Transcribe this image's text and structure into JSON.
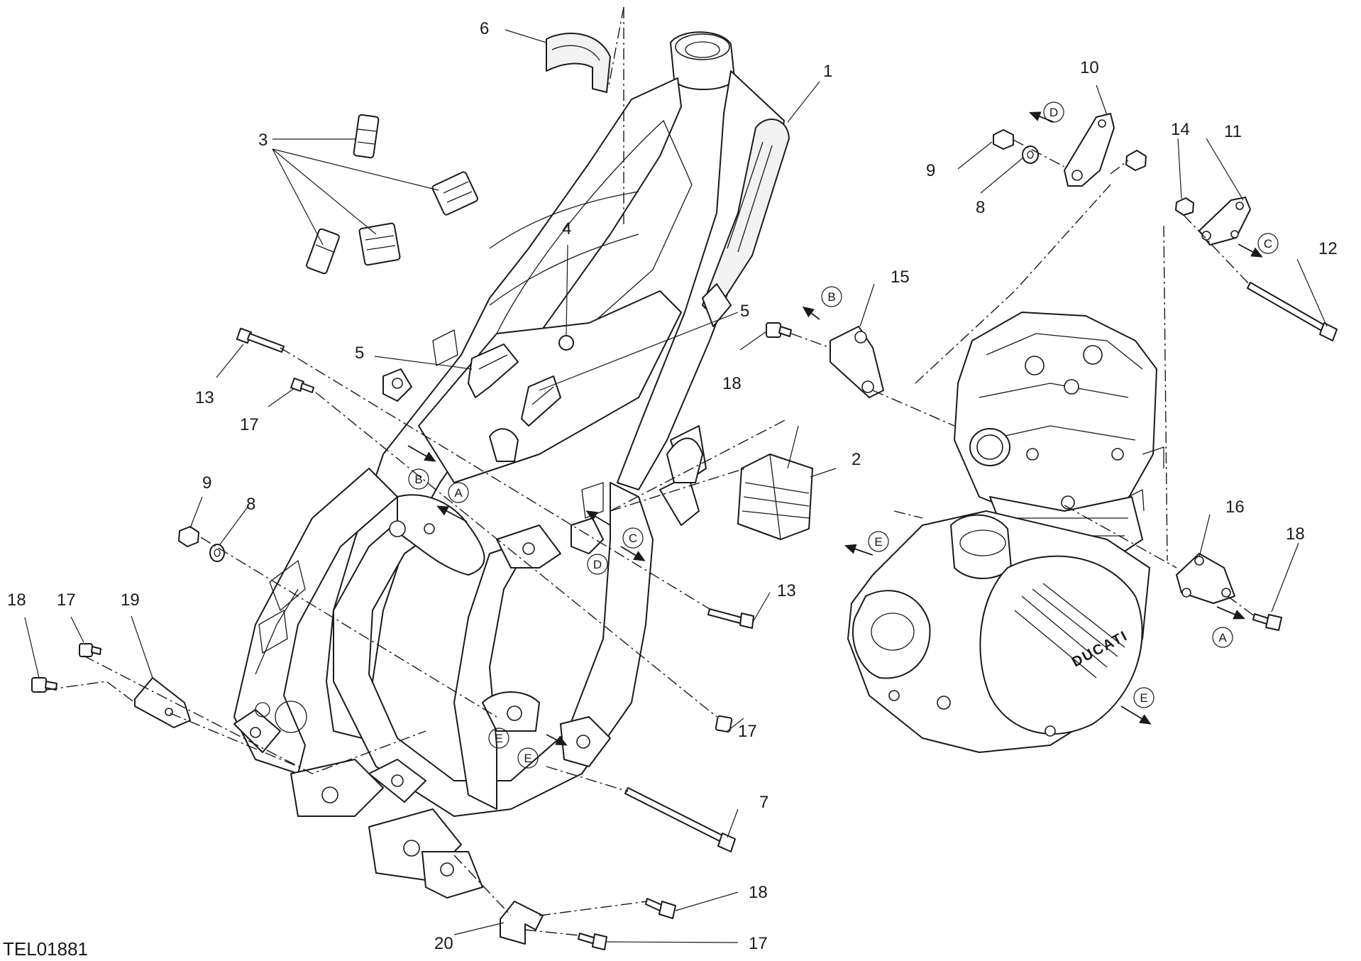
{
  "drawing_code": "TEL01881",
  "callouts": [
    {
      "id": "c1",
      "text": "1"
    },
    {
      "id": "c2",
      "text": "2"
    },
    {
      "id": "c3",
      "text": "3"
    },
    {
      "id": "c4",
      "text": "4"
    },
    {
      "id": "c5a",
      "text": "5"
    },
    {
      "id": "c5b",
      "text": "5"
    },
    {
      "id": "c6",
      "text": "6"
    },
    {
      "id": "c7",
      "text": "7"
    },
    {
      "id": "c8a",
      "text": "8"
    },
    {
      "id": "c8b",
      "text": "8"
    },
    {
      "id": "c9a",
      "text": "9"
    },
    {
      "id": "c9b",
      "text": "9"
    },
    {
      "id": "c10",
      "text": "10"
    },
    {
      "id": "c11",
      "text": "11"
    },
    {
      "id": "c12",
      "text": "12"
    },
    {
      "id": "c13a",
      "text": "13"
    },
    {
      "id": "c13b",
      "text": "13"
    },
    {
      "id": "c14",
      "text": "14"
    },
    {
      "id": "c15",
      "text": "15"
    },
    {
      "id": "c16",
      "text": "16"
    },
    {
      "id": "c17a",
      "text": "17"
    },
    {
      "id": "c17b",
      "text": "17"
    },
    {
      "id": "c17c",
      "text": "17"
    },
    {
      "id": "c17d",
      "text": "17"
    },
    {
      "id": "c18a",
      "text": "18"
    },
    {
      "id": "c18b",
      "text": "18"
    },
    {
      "id": "c18c",
      "text": "18"
    },
    {
      "id": "c18d",
      "text": "18"
    },
    {
      "id": "c19",
      "text": "19"
    },
    {
      "id": "c20",
      "text": "20"
    }
  ],
  "reference_letters": [
    {
      "id": "rA1",
      "text": "A"
    },
    {
      "id": "rA2",
      "text": "A"
    },
    {
      "id": "rB1",
      "text": "B"
    },
    {
      "id": "rB2",
      "text": "B"
    },
    {
      "id": "rC1",
      "text": "C"
    },
    {
      "id": "rC2",
      "text": "C"
    },
    {
      "id": "rD1",
      "text": "D"
    },
    {
      "id": "rD2",
      "text": "D"
    },
    {
      "id": "rE1",
      "text": "E"
    },
    {
      "id": "rE2",
      "text": "E"
    },
    {
      "id": "rE3",
      "text": "E"
    },
    {
      "id": "rE4",
      "text": "E"
    }
  ],
  "engine_brand": "DUCATI"
}
